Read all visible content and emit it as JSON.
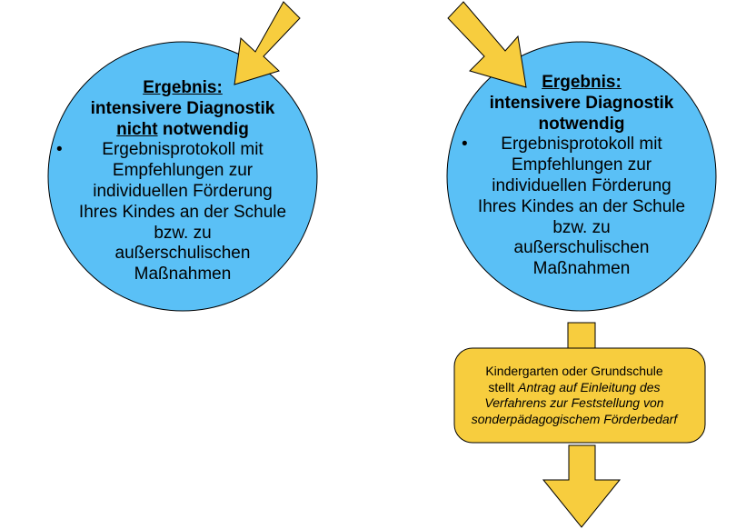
{
  "left_circle": {
    "heading_label": "Ergebnis:",
    "heading_line2": "intensivere Diagnostik",
    "heading_underlined_word": "nicht",
    "heading_rest": " notwendig",
    "bullet": "•",
    "body_lines": [
      "Ergebnisprotokoll mit",
      "Empfehlungen zur",
      "individuellen Förderung",
      "Ihres Kindes an der Schule",
      "bzw. zu",
      "außerschulischen",
      "Maßnahmen"
    ]
  },
  "right_circle": {
    "heading_label": "Ergebnis:",
    "heading_line2": "intensivere Diagnostik",
    "heading_line3": "notwendig",
    "bullet": "•",
    "body_lines": [
      "Ergebnisprotokoll mit",
      "Empfehlungen zur",
      "individuellen Förderung",
      "Ihres Kindes an der Schule",
      "bzw. zu",
      "außerschulischen",
      "Maßnahmen"
    ]
  },
  "application_box": {
    "line1": "Kindergarten oder Grundschule",
    "line2_normal": "stellt ",
    "line2_italic": "Antrag auf Einleitung des",
    "line3_italic": "Verfahrens zur Feststellung von",
    "line4_italic": "sonderpädagogischem Förderbedarf"
  },
  "colors": {
    "circle_fill": "#5ac0f6",
    "arrow_fill": "#f7cd3e",
    "outline": "#000000"
  }
}
